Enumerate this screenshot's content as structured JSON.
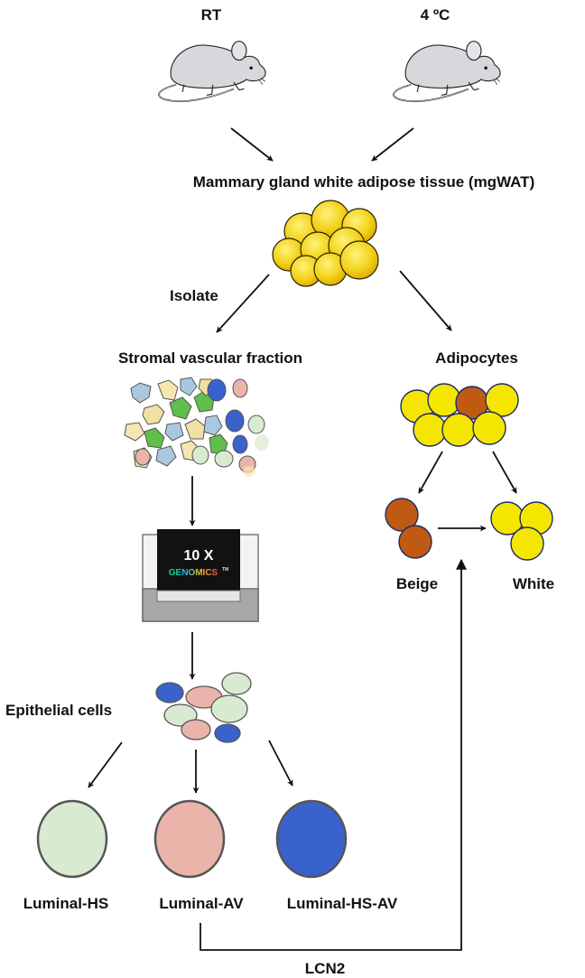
{
  "labels": {
    "rt": "RT",
    "cold": "4 ºC",
    "mgwat": "Mammary gland white adipose tissue (mgWAT)",
    "isolate": "Isolate",
    "svf": "Stromal vascular fraction",
    "adipocytes": "Adipocytes",
    "beige": "Beige",
    "white": "White",
    "epithelial": "Epithelial cells",
    "luminal_hs": "Luminal-HS",
    "luminal_av": "Luminal-AV",
    "luminal_hs_av": "Luminal-HS-AV",
    "lcn2": "LCN2"
  },
  "device": {
    "brand_line1": "10 X",
    "brand_line2": "GENOMICS",
    "brand_mark": "TM"
  },
  "colors": {
    "adipocyte_yellow": "#f2d21a",
    "white_fat_yellow": "#f5e600",
    "beige_brown": "#c05a12",
    "luminal_hs_green": "#d8ead0",
    "luminal_av_pink": "#eab4aa",
    "luminal_hs_av_blue": "#3a62cc",
    "mouse_gray": "#d6d8dc",
    "device_dark": "#121212",
    "device_base": "#a8a8a8"
  },
  "icons": [
    "mouse-icon",
    "adipose-tissue-icon",
    "svf-cells-icon",
    "sequencer-icon",
    "cell-cluster-icon"
  ]
}
